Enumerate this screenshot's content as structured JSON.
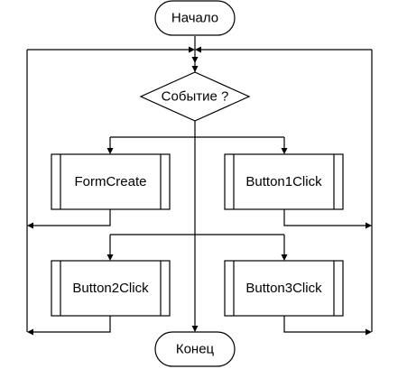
{
  "flowchart": {
    "start_label": "Начало",
    "decision_label": "Событие ?",
    "handlers": {
      "form_create": "FormCreate",
      "button1_click": "Button1Click",
      "button2_click": "Button2Click",
      "button3_click": "Button3Click"
    },
    "end_label": "Конец"
  },
  "colors": {
    "line": "#000000",
    "fill": "#ffffff"
  }
}
